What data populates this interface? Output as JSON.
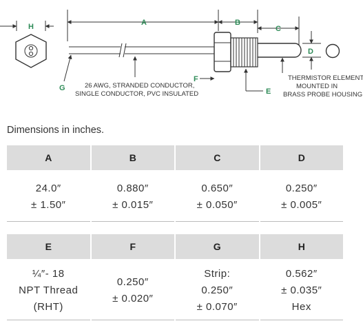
{
  "drawing": {
    "labels": {
      "A": "A",
      "B": "B",
      "C": "C",
      "D": "D",
      "E": "E",
      "F": "F",
      "G": "G",
      "H": "H"
    },
    "notes": {
      "wire_line1": "26 AWG, STRANDED CONDUCTOR,",
      "wire_line2": "SINGLE CONDUCTOR, PVC INSULATED",
      "element_line1": "THERMISTOR ELEMENT",
      "element_line2": "MOUNTED IN",
      "element_line3": "BRASS PROBE HOUSING"
    },
    "colors": {
      "label": "#2e8b57",
      "line": "#333333"
    }
  },
  "caption": "Dimensions in inches.",
  "table1": {
    "headers": [
      "A",
      "B",
      "C",
      "D"
    ],
    "cells": [
      [
        "24.0″",
        "± 1.50″"
      ],
      [
        "0.880″",
        "± 0.015″"
      ],
      [
        "0.650″",
        "± 0.050″"
      ],
      [
        "0.250″",
        "± 0.005″"
      ]
    ]
  },
  "table2": {
    "headers": [
      "E",
      "F",
      "G",
      "H"
    ],
    "cells": [
      [
        "¼″- 18",
        "NPT Thread",
        "(RHT)"
      ],
      [
        "0.250″",
        "± 0.020″"
      ],
      [
        "Strip:",
        "0.250″",
        "± 0.070″"
      ],
      [
        "0.562″",
        "± 0.035″",
        "Hex"
      ]
    ]
  }
}
